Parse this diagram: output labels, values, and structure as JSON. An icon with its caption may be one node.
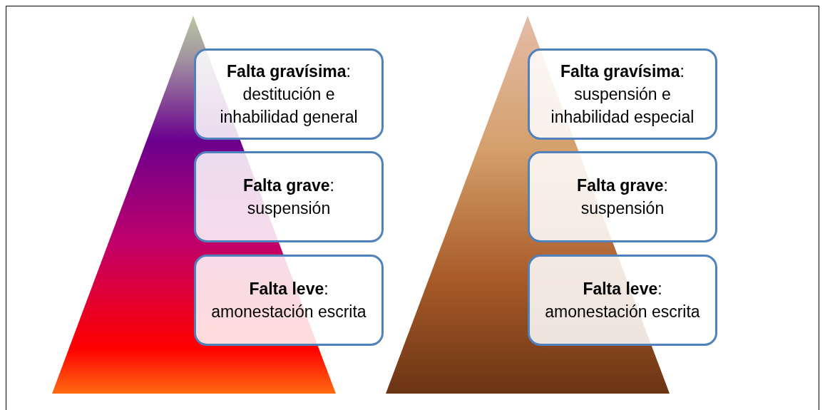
{
  "diagram": {
    "nodes": [
      {
        "text": [
          "**Falta gravísima**: destitución e inhabilidad general"
        ]
      },
      {
        "text": [
          "**Falta grave**: suspensión"
        ]
      },
      {
        "text": [
          "**Falta leve**: amonestación escrita"
        ]
      },
      {
        "text": [
          "**Falta gravísima**: suspensión e inhabilidad especial"
        ]
      },
      {
        "text": [
          "**Falta grave**: suspensión"
        ]
      },
      {
        "text": [
          "**Falta leve**: amonestación escrita"
        ]
      }
    ]
  }
}
